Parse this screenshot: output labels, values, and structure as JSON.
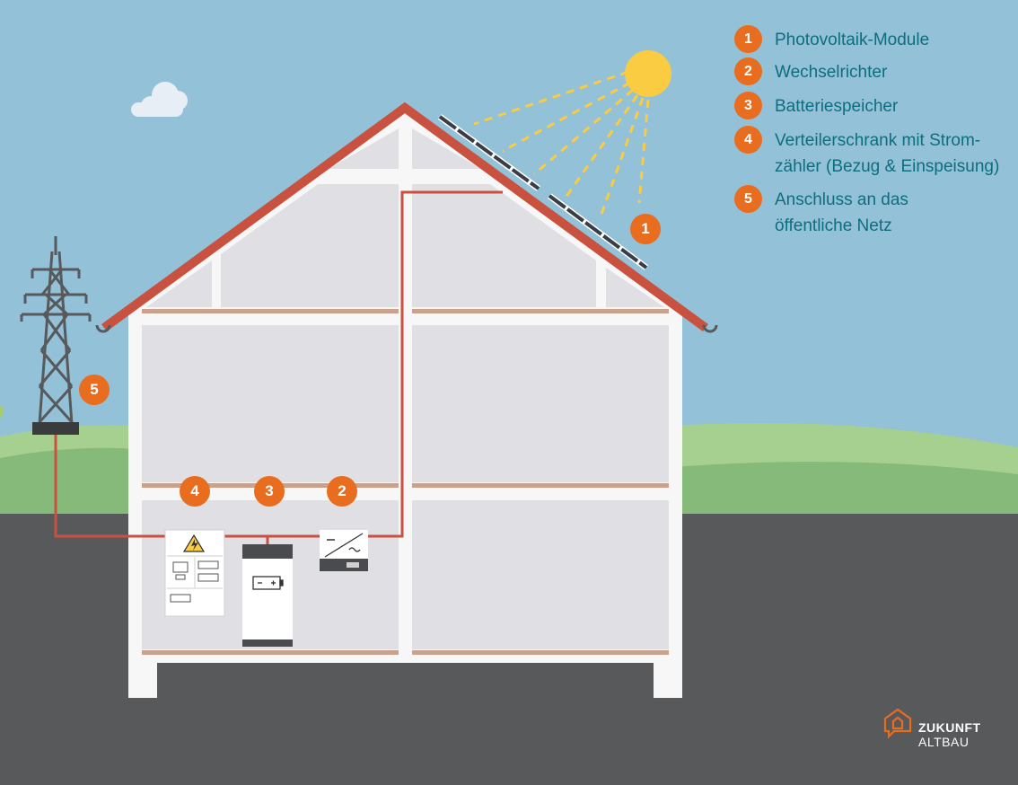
{
  "legend": {
    "items": [
      {
        "num": "1",
        "text": "Photovoltaik-Module"
      },
      {
        "num": "2",
        "text": "Wechselrichter"
      },
      {
        "num": "3",
        "text": "Batteriespeicher"
      },
      {
        "num": "4",
        "text": "Verteilerschrank mit Strom-\nzähler (Bezug & Einspeisung)"
      },
      {
        "num": "5",
        "text": "Anschluss an das\nöffentliche Netz"
      }
    ]
  },
  "markers": {
    "pv": "1",
    "inverter": "2",
    "battery": "3",
    "distribution_cabinet": "4",
    "grid_connection": "5"
  },
  "logo": {
    "line1": "ZUKUNFT",
    "line2": "ALTBAU"
  },
  "colors": {
    "sky": "#92c1d8",
    "ground": "#58595b",
    "roof": "#c9513f",
    "wall": "#f7f7f7",
    "room": "#e0dfe4",
    "accent": "#e86d1f",
    "legend_text": "#0d6e7f",
    "sun": "#f9cc42"
  }
}
